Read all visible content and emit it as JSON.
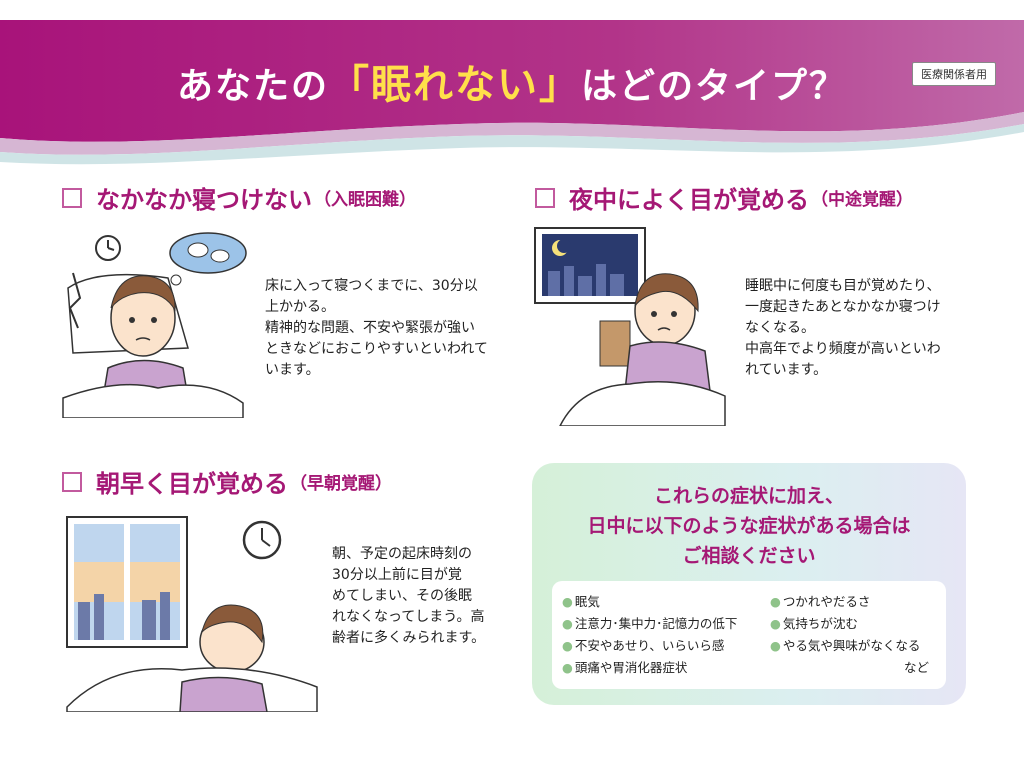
{
  "header": {
    "title_pre": "あなたの",
    "title_highlight": "「眠れない」",
    "title_post": "はどのタイプ？",
    "badge": "医療関係者用"
  },
  "sections": [
    {
      "title": "なかなか寝つけない",
      "subtitle": "（入眠困難）",
      "description": [
        "床に入って寝つくまでに、30分以",
        "上かかる。",
        "精神的な問題、不安や緊張が強い",
        "ときなどにおこりやすいといわれて",
        "います。"
      ]
    },
    {
      "title": "夜中によく目が覚める",
      "subtitle": "（中途覚醒）",
      "description": [
        "睡眠中に何度も目が覚めたり、",
        "一度起きたあとなかなか寝つけ",
        "なくなる。",
        "中高年でより頻度が高いといわ",
        "れています。"
      ]
    },
    {
      "title": "朝早く目が覚める",
      "subtitle": "（早朝覚醒）",
      "description": [
        "朝、予定の起床時刻の",
        "30分以上前に目が覚",
        "めてしまい、その後眠",
        "れなくなってしまう。高",
        "齢者に多くみられます。"
      ]
    }
  ],
  "card": {
    "heading": [
      "これらの症状に加え、",
      "日中に以下のような症状がある場合は",
      "ご相談ください"
    ],
    "symptoms_left": [
      "眠気",
      "注意力･集中力･記憶力の低下",
      "不安やあせり、いらいら感",
      "頭痛や胃消化器症状"
    ],
    "symptoms_right": [
      "つかれやだるさ",
      "気持ちが沈む",
      "やる気や興味がなくなる"
    ],
    "etc": "など"
  },
  "colors": {
    "brand": "#a51875",
    "accent": "#ffe04a",
    "bullet": "#8fc38a"
  }
}
